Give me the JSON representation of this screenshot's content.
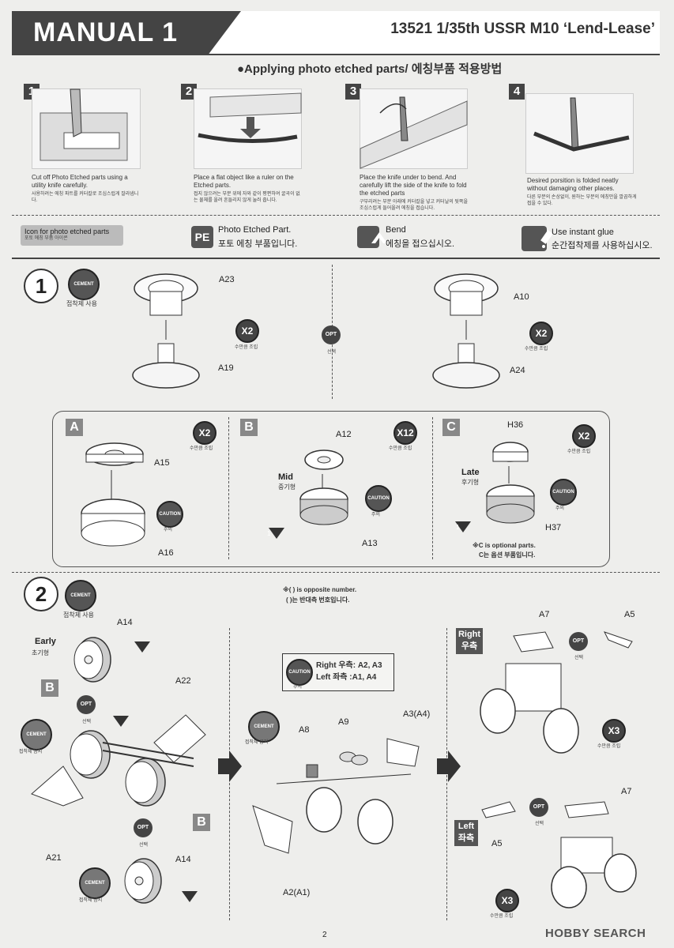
{
  "header": {
    "title": "MANUAL 1",
    "model": "13521 1/35th USSR M10 ‘Lend-Lease’"
  },
  "pe_section": {
    "title": "●Applying photo etched parts/ 에칭부품 적용방법",
    "steps": [
      {
        "num": "1",
        "en": "Cut off Photo Etched parts using a utility knife carefully.",
        "ko": "사용하려는 에칭 파트를 커터칼로 조심스럽게 잘라냅니다."
      },
      {
        "num": "2",
        "en": "Place a flat object like a ruler on the Etched parts.",
        "ko": "접지 않으려는 부분 위에 자와 같이 평편하여 굴곡이 없는 물체를 올려 흔들리지 않게 눌러 줍니다."
      },
      {
        "num": "3",
        "en": "Place the knife under to bend. And carefully lift the side of the knife to fold the etched parts",
        "ko": "구부리려는 부분 아래에 커터칼을 넣고 커터날의 뒷쪽을 조심스럽게 들어올려 에칭을 접습니다."
      },
      {
        "num": "4",
        "en": "Desired porsition is folded neatly without damaging other places.",
        "ko": "다른 부분의 손상없이, 원하는 부분의 에칭만을 깔끔하게 접을 수 있다."
      }
    ],
    "legend": {
      "icon_label_en": "Icon for photo etched parts",
      "icon_label_ko": "포토 에칭 부품 아이콘",
      "pe_symbol": "PE",
      "pe_en": "Photo Etched Part.",
      "pe_ko": "포토 에칭 부품입니다.",
      "bend_en": "Bend",
      "bend_ko": "에칭을 접으십시오.",
      "glue_en": "Use instant glue",
      "glue_ko": "순간접착제를 사용하십시오."
    }
  },
  "step1": {
    "num": "1",
    "cement": "CEMENT",
    "cement_ko": "접착제 사용",
    "parts_left": [
      "A23",
      "A19"
    ],
    "parts_right": [
      "A10",
      "A24"
    ],
    "x2_left": "X2",
    "x2_left_ko": "수만큼 조립",
    "opt": "OPT",
    "opt_ko": "선택",
    "x2_right": "X2",
    "x2_right_ko": "수만큼 조립",
    "sub_a": {
      "letter": "A",
      "count": "X2",
      "count_ko": "수만큼 조립",
      "parts": [
        "A15",
        "A16"
      ],
      "caution": "CAUTION",
      "caution_ko": "주의"
    },
    "sub_b": {
      "letter": "B",
      "count": "X12",
      "count_ko": "수만큼 조립",
      "parts": [
        "A12",
        "A13"
      ],
      "variant_en": "Mid",
      "variant_ko": "중기형",
      "caution": "CAUTION",
      "caution_ko": "주의",
      "marker": "1"
    },
    "sub_c": {
      "letter": "C",
      "count": "X2",
      "count_ko": "수만큼 조립",
      "parts": [
        "H36",
        "H37"
      ],
      "variant_en": "Late",
      "variant_ko": "후기형",
      "caution": "CAUTION",
      "caution_ko": "주의",
      "marker": "1",
      "note_en": "※C is optional parts.",
      "note_ko": "C는 옵션 부품입니다."
    }
  },
  "step2": {
    "num": "2",
    "cement": "CEMENT",
    "cement_ko": "접착제 사용",
    "opposite_en": "※( ) is opposite number.",
    "opposite_ko": "( )는 반대측 번호입니다.",
    "early_en": "Early",
    "early_ko": "초기형",
    "parts": [
      "A14",
      "A22",
      "A21",
      "A14"
    ],
    "letter_b": "B",
    "opt": "OPT",
    "opt_ko": "선택",
    "no_cement_ko": "접착제 금지",
    "no_cement": "CEMENT",
    "marker": "1",
    "side_note": {
      "caution": "CAUTION",
      "caution_ko": "주의",
      "right": "Right 우측: A2, A3",
      "left": "Left 좌측 :A1, A4"
    },
    "mid_parts": [
      "A8",
      "A9",
      "A3(A4)",
      "A2(A1)"
    ],
    "right_label_en": "Right",
    "right_label_ko": "우측",
    "left_label_en": "Left",
    "left_label_ko": "좌측",
    "right_parts": [
      "A7",
      "A5"
    ],
    "left_parts": [
      "A7",
      "A5"
    ],
    "x3": "X3",
    "x3_ko": "수만큼 조립"
  },
  "footer": {
    "page": "2",
    "watermark": "HOBBY SEARCH"
  }
}
